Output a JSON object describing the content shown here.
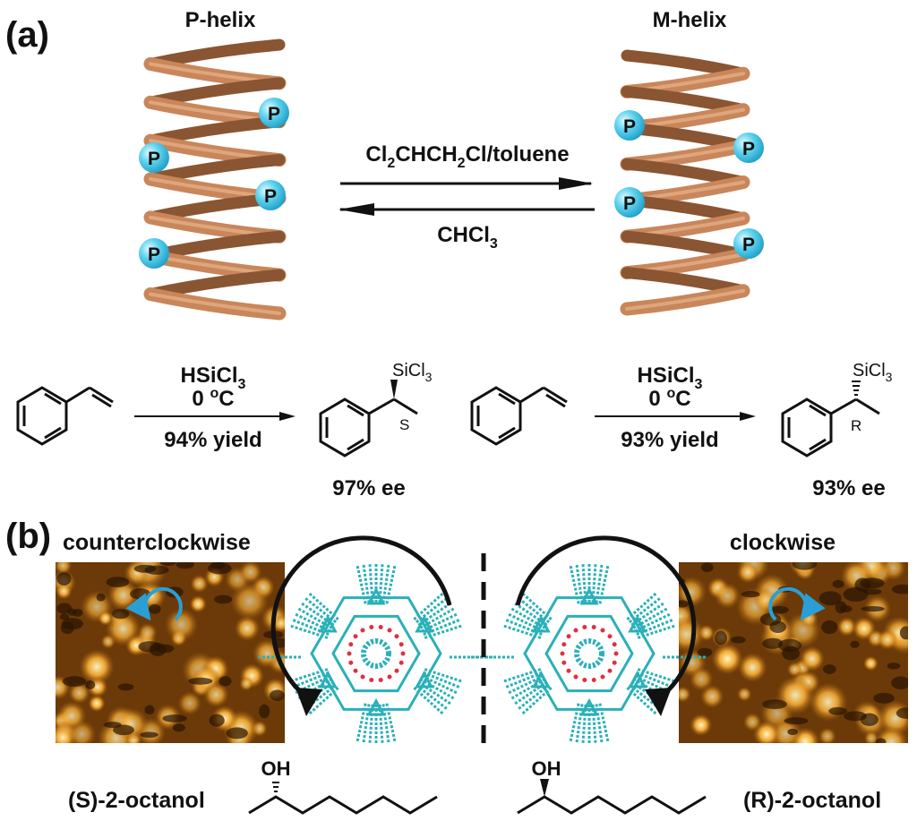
{
  "panel_a": {
    "label": "(a)",
    "left_helix": {
      "title": "P-helix",
      "marker": "P"
    },
    "right_helix": {
      "title": "M-helix",
      "marker": "P"
    },
    "forward_condition": {
      "main": "Cl",
      "sub1": "2",
      "mid": "CHCH",
      "sub2": "2",
      "tail": "Cl/toluene"
    },
    "reverse_condition": {
      "main": "CHCl",
      "sub": "3"
    },
    "reaction_left": {
      "reagent": "HSiCl",
      "reagent_sub": "3",
      "temp": "0 ",
      "temp_sup": "o",
      "temp_unit": "C",
      "yield": "94% yield",
      "product_group": "SiCl",
      "product_group_sub": "3",
      "stereo": "S",
      "ee": "97% ee"
    },
    "reaction_right": {
      "reagent": "HSiCl",
      "reagent_sub": "3",
      "temp": "0 ",
      "temp_sup": "o",
      "temp_unit": "C",
      "yield": "93% yield",
      "product_group": "SiCl",
      "product_group_sub": "3",
      "stereo": "R",
      "ee": "93% ee"
    }
  },
  "panel_b": {
    "label": "(b)",
    "left_title": "counterclockwise",
    "right_title": "clockwise",
    "left_compound": "(S)-2-octanol",
    "right_compound": "(R)-2-octanol",
    "hydroxyl_label": "OH"
  },
  "colors": {
    "helix": "#c8865a",
    "helix_dark": "#8a5532",
    "marker": "#3fc4e6",
    "stm_base": "#6b3a08",
    "stm_bright": "#ffe8a0",
    "molecule": "#2ab0b8",
    "oxygen": "#e03040",
    "rotation_arrow": "#2a9fd6"
  }
}
